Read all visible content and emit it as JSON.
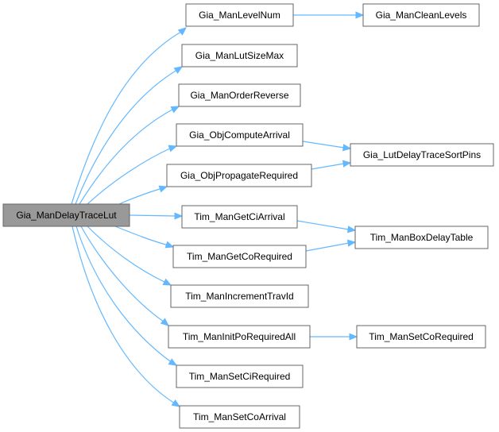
{
  "colors": {
    "edge": "#63b8ff",
    "node_border": "#666666",
    "root_fill": "#999999",
    "node_fill": "#ffffff"
  },
  "nodes": {
    "root": "Gia_ManDelayTraceLut",
    "level_num": "Gia_ManLevelNum",
    "clean_levels": "Gia_ManCleanLevels",
    "lut_size_max": "Gia_ManLutSizeMax",
    "order_reverse": "Gia_ManOrderReverse",
    "obj_compute_arrival": "Gia_ObjComputeArrival",
    "lut_delay_trace_sort_pins": "Gia_LutDelayTraceSortPins",
    "obj_propagate_required": "Gia_ObjPropagateRequired",
    "tim_get_ci_arrival": "Tim_ManGetCiArrival",
    "tim_box_delay_table": "Tim_ManBoxDelayTable",
    "tim_get_co_required": "Tim_ManGetCoRequired",
    "tim_increment_trav_id": "Tim_ManIncrementTravId",
    "tim_init_po_required_all": "Tim_ManInitPoRequiredAll",
    "tim_set_co_required": "Tim_ManSetCoRequired",
    "tim_set_ci_required": "Tim_ManSetCiRequired",
    "tim_set_co_arrival": "Tim_ManSetCoArrival"
  },
  "edges": [
    [
      "root",
      "level_num"
    ],
    [
      "level_num",
      "clean_levels"
    ],
    [
      "root",
      "lut_size_max"
    ],
    [
      "root",
      "order_reverse"
    ],
    [
      "root",
      "obj_compute_arrival"
    ],
    [
      "obj_compute_arrival",
      "lut_delay_trace_sort_pins"
    ],
    [
      "root",
      "obj_propagate_required"
    ],
    [
      "obj_propagate_required",
      "lut_delay_trace_sort_pins"
    ],
    [
      "root",
      "tim_get_ci_arrival"
    ],
    [
      "tim_get_ci_arrival",
      "tim_box_delay_table"
    ],
    [
      "root",
      "tim_get_co_required"
    ],
    [
      "tim_get_co_required",
      "tim_box_delay_table"
    ],
    [
      "root",
      "tim_increment_trav_id"
    ],
    [
      "root",
      "tim_init_po_required_all"
    ],
    [
      "tim_init_po_required_all",
      "tim_set_co_required"
    ],
    [
      "root",
      "tim_set_ci_required"
    ],
    [
      "root",
      "tim_set_co_arrival"
    ]
  ]
}
